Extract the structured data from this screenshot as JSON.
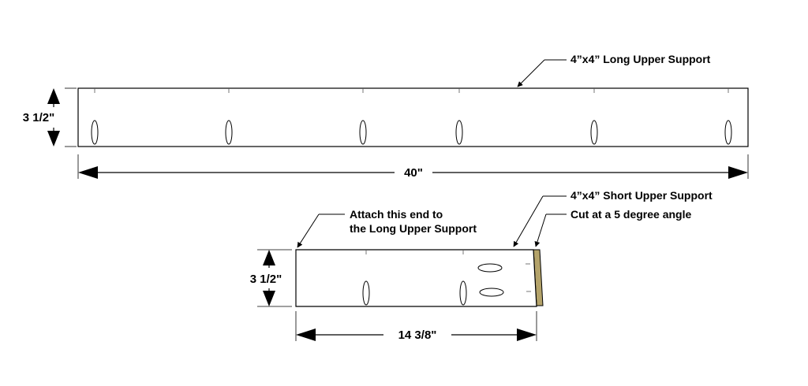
{
  "colors": {
    "line": "#000000",
    "background": "#ffffff",
    "cut_face": "#b4a36a"
  },
  "long_support": {
    "callout": "4”x4” Long Upper Support",
    "height_label": "3 1/2\"",
    "length_label": "40\""
  },
  "short_support": {
    "callout": "4”x4” Short Upper Support",
    "cut_note": "Cut at a 5 degree angle",
    "attach_note_line1": "Attach this end to",
    "attach_note_line2": "the Long Upper Support",
    "height_label": "3 1/2\"",
    "length_label": "14 3/8\""
  }
}
